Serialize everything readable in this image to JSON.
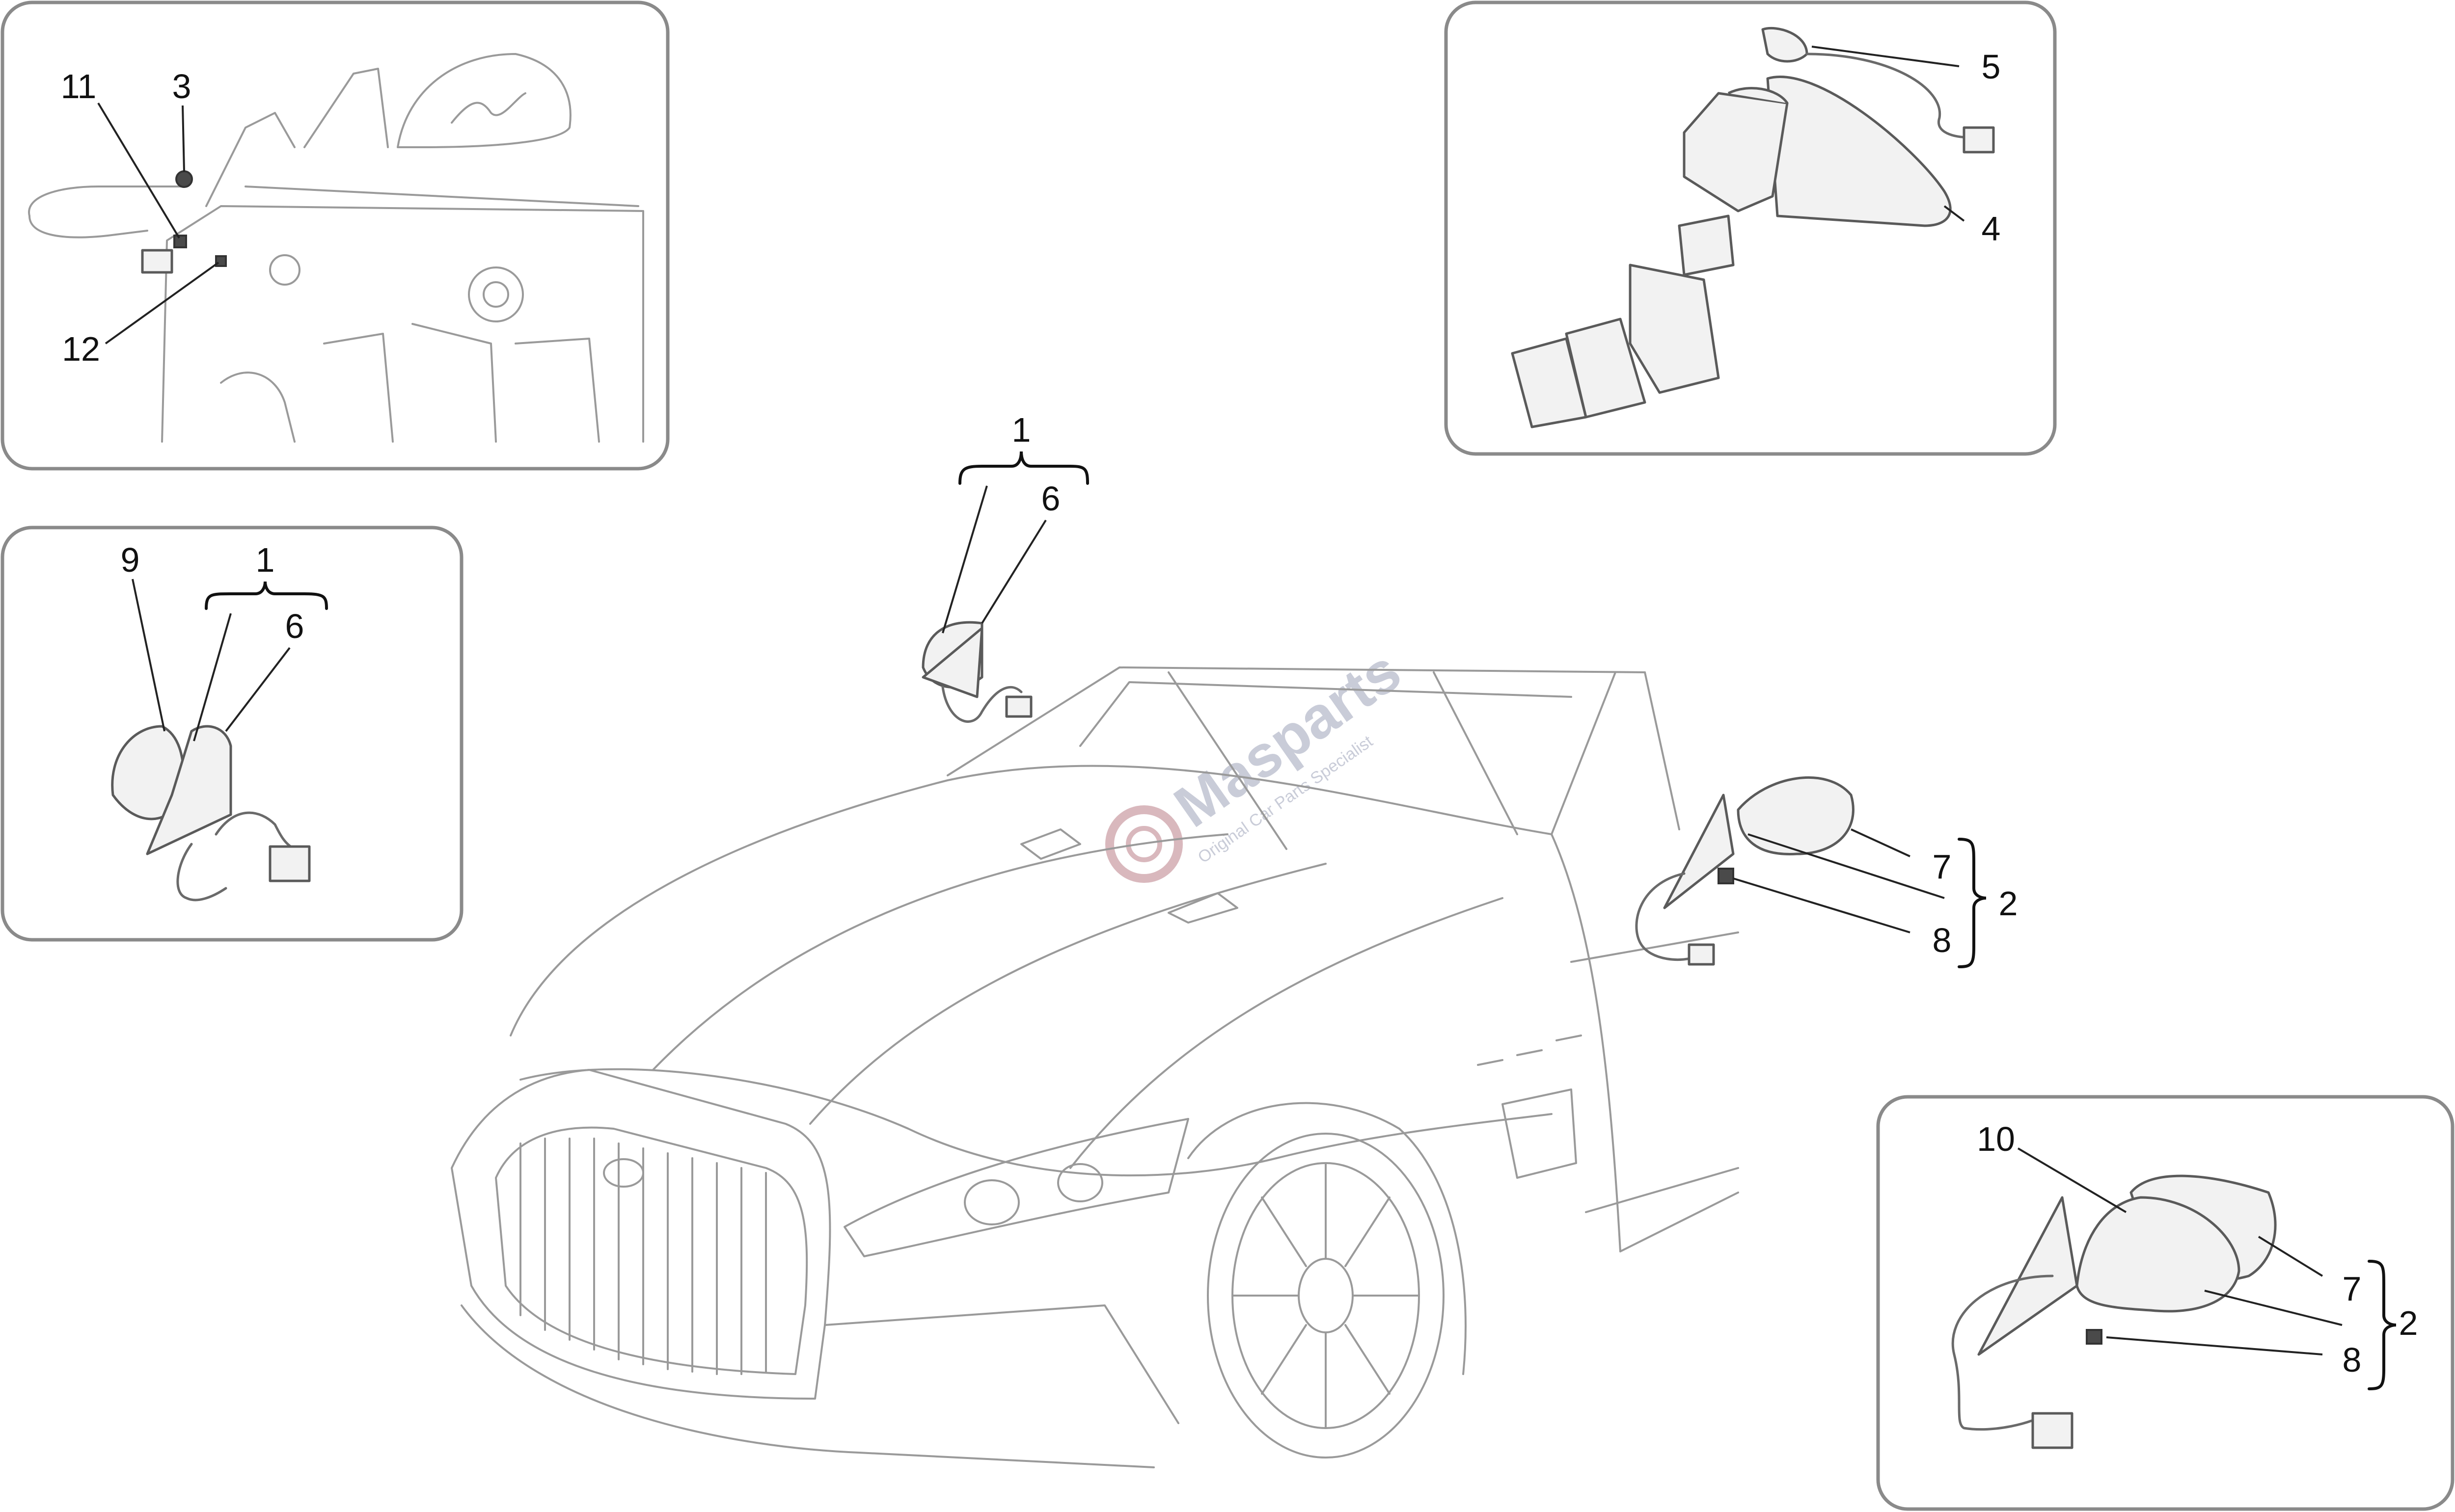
{
  "callouts": {
    "c1a": "1",
    "c1b": "1",
    "c2a": "2",
    "c2b": "2",
    "c3": "3",
    "c4": "4",
    "c5": "5",
    "c6a": "6",
    "c6b": "6",
    "c7a": "7",
    "c7b": "7",
    "c8a": "8",
    "c8b": "8",
    "c9": "9",
    "c10": "10",
    "c11": "11",
    "c12": "12"
  },
  "watermark": {
    "brand": "Masparts",
    "tagline": "Original Car Parts Specialist"
  }
}
